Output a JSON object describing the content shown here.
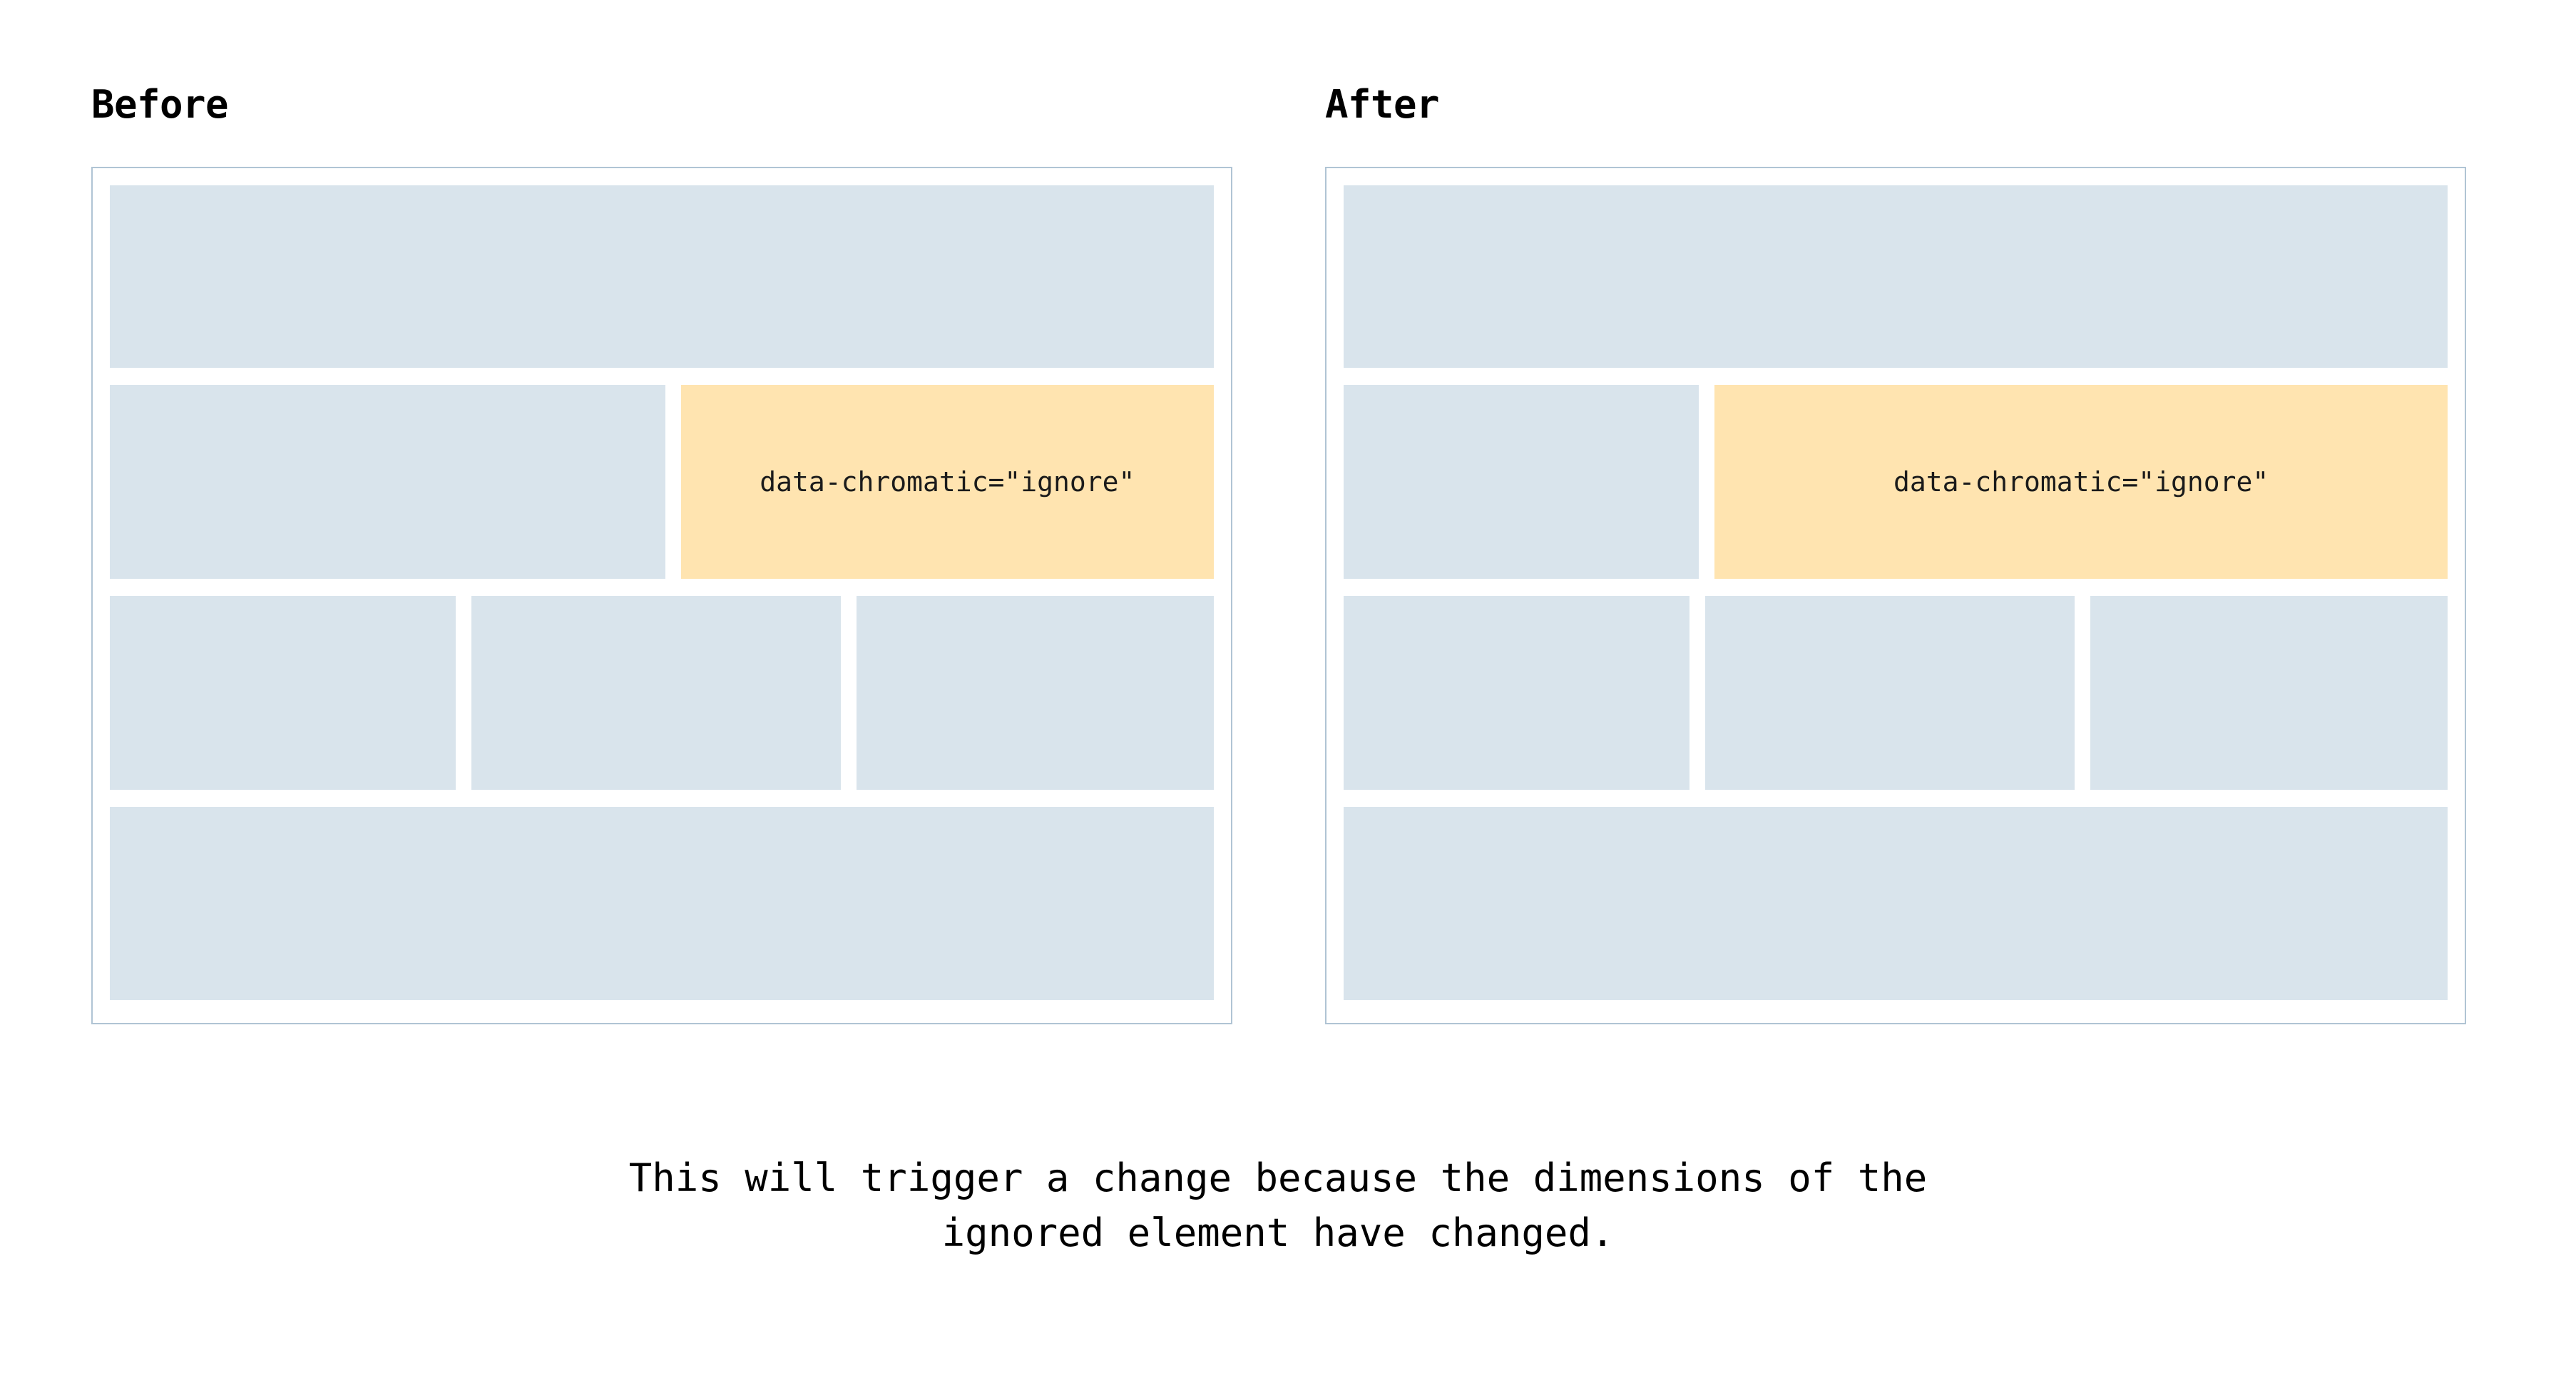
{
  "page": {
    "background": "#ffffff",
    "accent_block_color": "#d9e4ec",
    "ignore_block_color": "#ffe4b0",
    "panel_border_color": "#b0c4d4",
    "text_color": "#000000"
  },
  "comparison": {
    "before": {
      "title": "Before",
      "panel": {
        "rows": [
          {
            "name": "hero",
            "blocks": [
              {
                "kind": "normal",
                "flex": 100,
                "label": ""
              }
            ]
          },
          {
            "name": "split",
            "blocks": [
              {
                "kind": "normal",
                "flex": 50,
                "label": ""
              },
              {
                "kind": "ignore",
                "flex": 48,
                "label": "data-chromatic=\"ignore\""
              }
            ]
          },
          {
            "name": "triple",
            "blocks": [
              {
                "kind": "normal",
                "flex": 30,
                "label": ""
              },
              {
                "kind": "normal",
                "flex": 32,
                "label": ""
              },
              {
                "kind": "normal",
                "flex": 31,
                "label": ""
              }
            ]
          },
          {
            "name": "footer",
            "blocks": [
              {
                "kind": "normal",
                "flex": 100,
                "label": ""
              }
            ]
          }
        ]
      }
    },
    "after": {
      "title": "After",
      "panel": {
        "rows": [
          {
            "name": "hero",
            "blocks": [
              {
                "kind": "normal",
                "flex": 100,
                "label": ""
              }
            ]
          },
          {
            "name": "split",
            "blocks": [
              {
                "kind": "normal",
                "flex": 32,
                "label": ""
              },
              {
                "kind": "ignore",
                "flex": 66,
                "label": "data-chromatic=\"ignore\""
              }
            ]
          },
          {
            "name": "triple",
            "blocks": [
              {
                "kind": "normal",
                "flex": 30,
                "label": ""
              },
              {
                "kind": "normal",
                "flex": 32,
                "label": ""
              },
              {
                "kind": "normal",
                "flex": 31,
                "label": ""
              }
            ]
          },
          {
            "name": "footer",
            "blocks": [
              {
                "kind": "normal",
                "flex": 100,
                "label": ""
              }
            ]
          }
        ]
      }
    }
  },
  "caption": {
    "line1": "This will trigger a change because the dimensions of the",
    "line2": "ignored element have changed.",
    "text": "This will trigger a change because the dimensions of the ignored element have changed."
  }
}
